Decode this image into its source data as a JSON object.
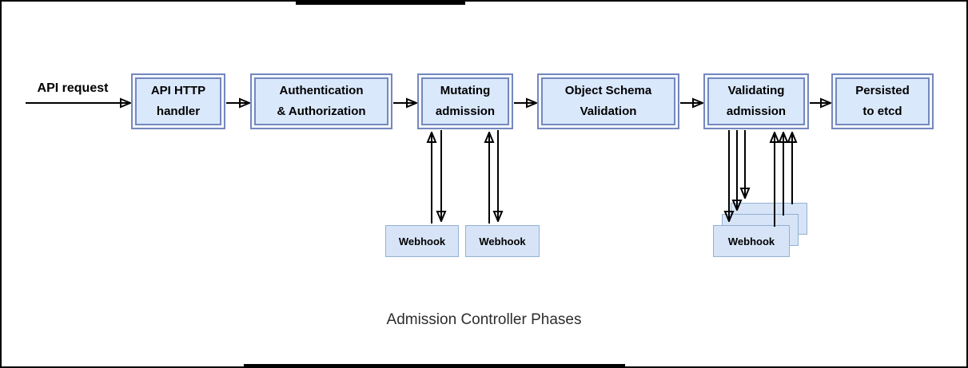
{
  "diagram": {
    "title": "Admission Controller Phases",
    "flow_label": "API request",
    "boxes": [
      {
        "id": "api-http-handler",
        "lines": [
          "API HTTP",
          "handler"
        ]
      },
      {
        "id": "authentication-authorization",
        "lines": [
          "Authentication",
          "& Authorization"
        ]
      },
      {
        "id": "mutating-admission",
        "lines": [
          "Mutating",
          "admission"
        ]
      },
      {
        "id": "object-schema-validation",
        "lines": [
          "Object Schema",
          "Validation"
        ]
      },
      {
        "id": "validating-admission",
        "lines": [
          "Validating",
          "admission"
        ]
      },
      {
        "id": "persisted-to-etcd",
        "lines": [
          "Persisted",
          "to etcd"
        ]
      }
    ],
    "webhooks": {
      "mutating": [
        "Webhook",
        "Webhook"
      ],
      "validating": [
        "Webhook"
      ]
    },
    "colors": {
      "node_fill": "#dae8fc",
      "node_border": "#7588be",
      "node_border_gap": "#f3f7fd",
      "webhook_fill": "#d7e4f7",
      "webhook_border": "#92b1d4",
      "arrow": "#000000",
      "frame": "#000000"
    }
  }
}
